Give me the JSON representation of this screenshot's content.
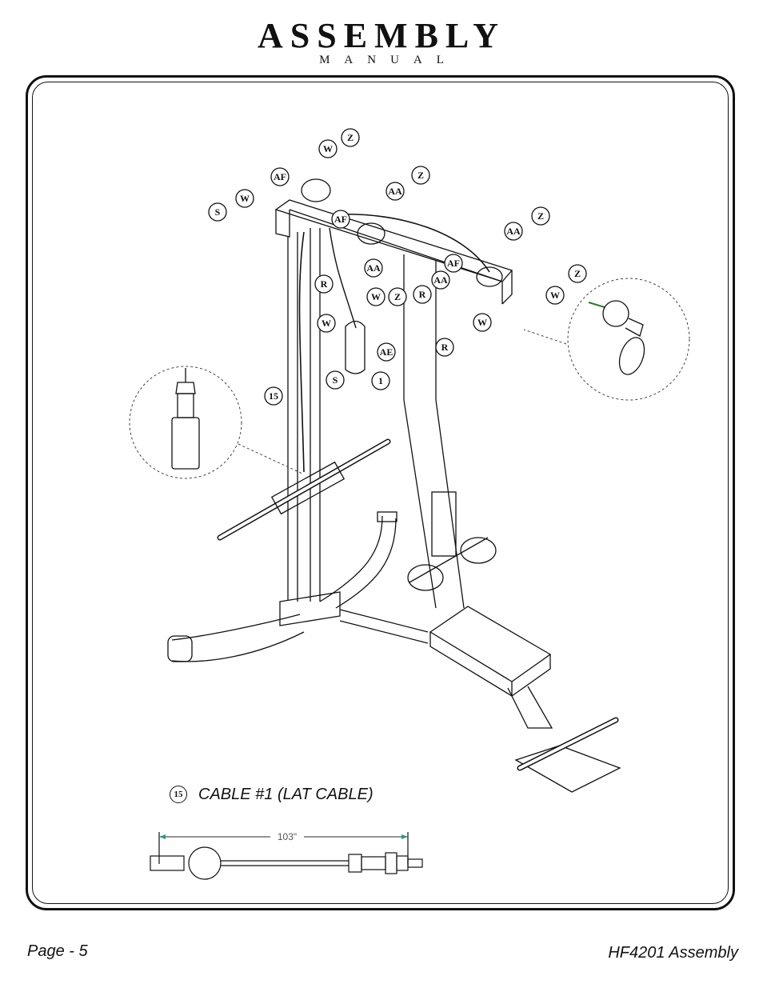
{
  "header": {
    "title": "ASSEMBLY",
    "subtitle": "MANUAL"
  },
  "callouts": {
    "z": "Z",
    "w": "W",
    "af": "AF",
    "aa": "AA",
    "s": "S",
    "r": "R",
    "ae": "AE",
    "one": "1",
    "fifteen": "15"
  },
  "caption": {
    "number": "15",
    "text": "CABLE #1 (LAT CABLE)"
  },
  "cable_dimension": "103\"",
  "footer": {
    "page": "Page - 5",
    "doc": "HF4201 Assembly"
  }
}
